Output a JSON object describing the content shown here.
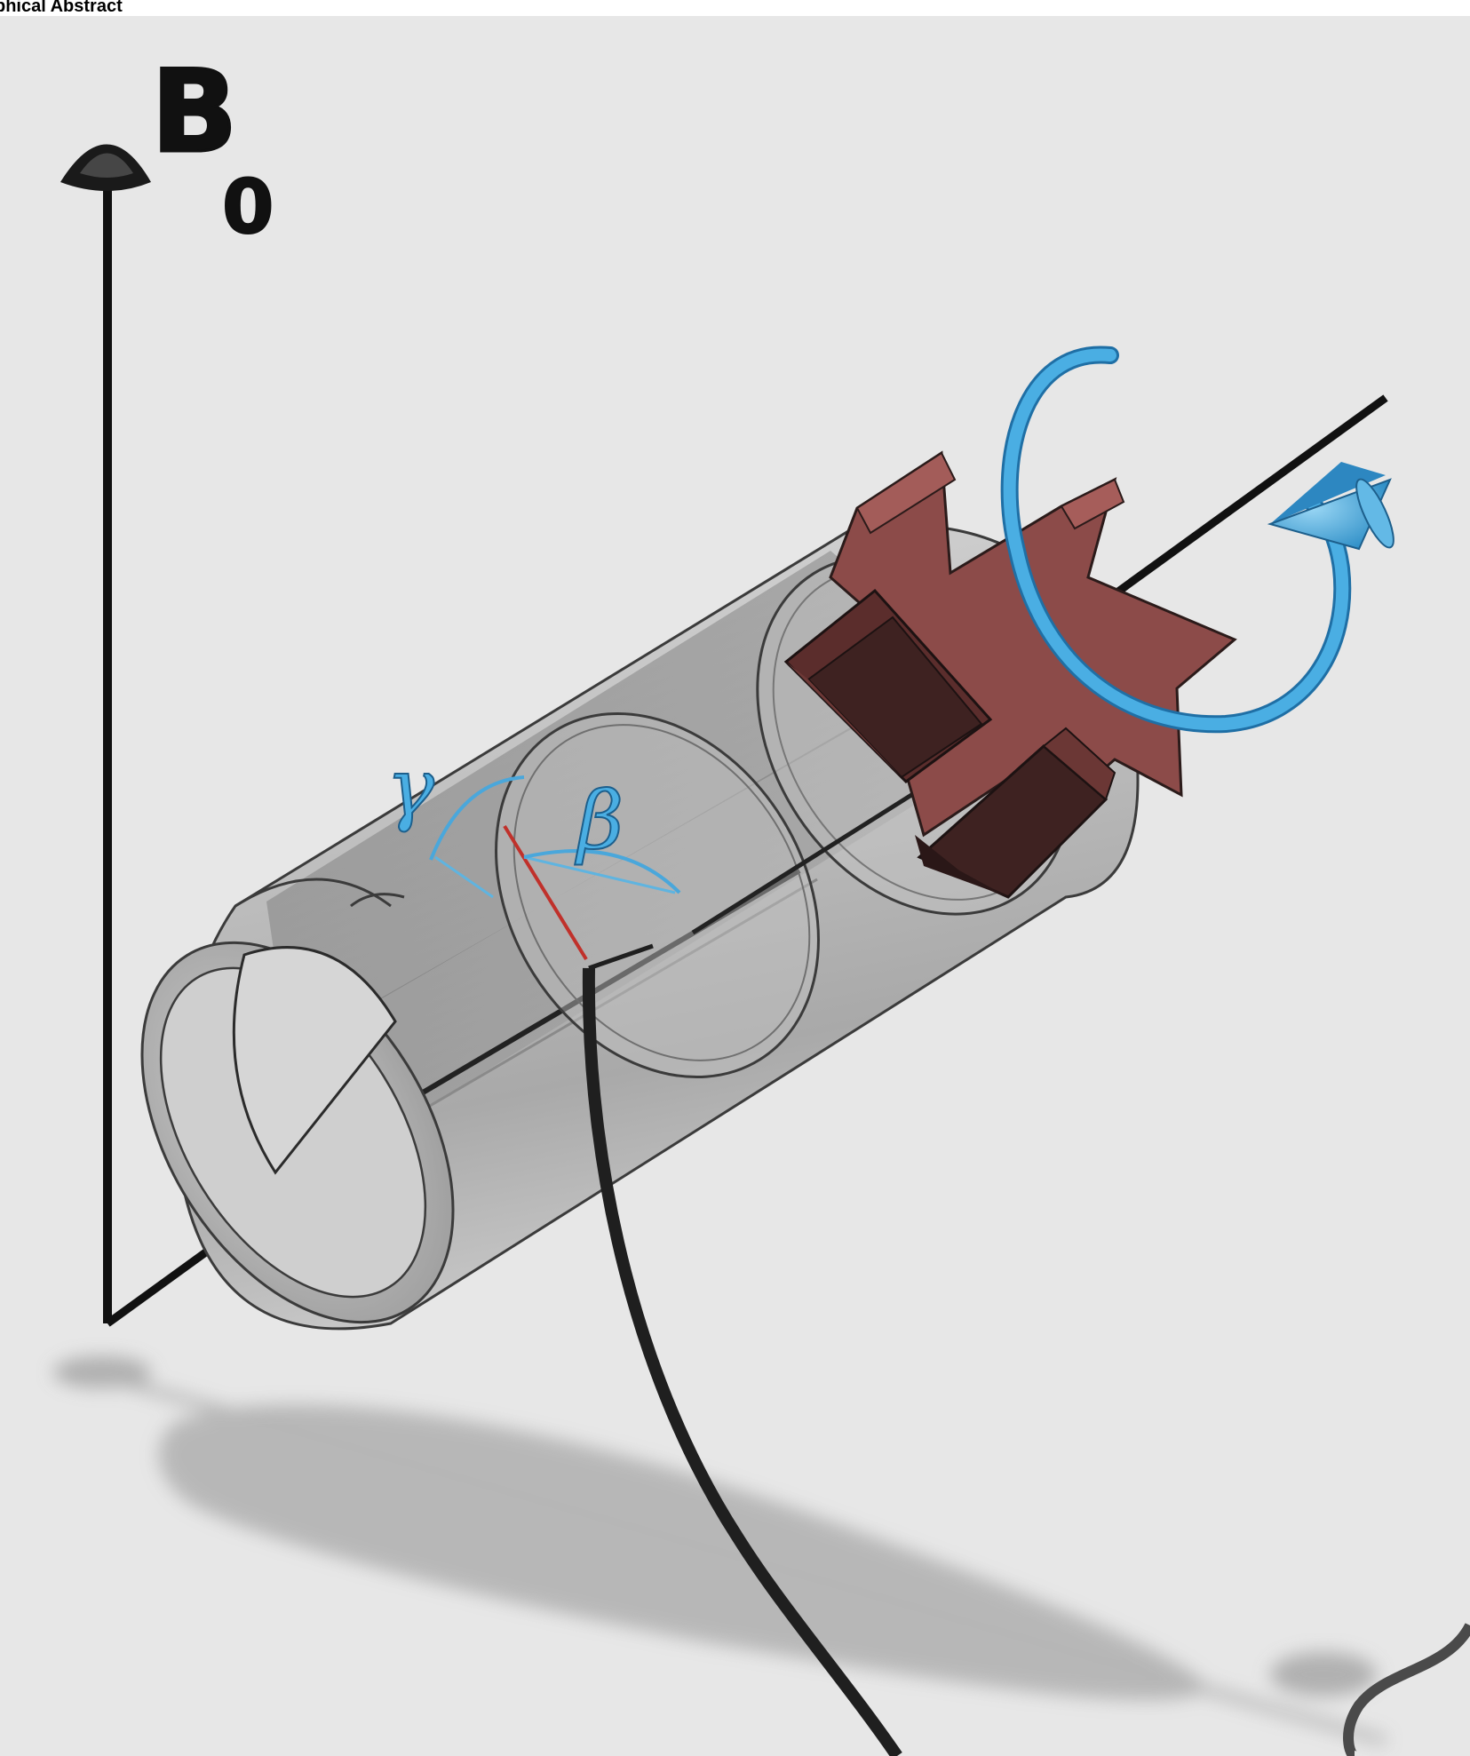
{
  "header": {
    "title": "phical Abstract"
  },
  "labels": {
    "field": "B0",
    "field_main": "B",
    "field_sub": "0",
    "angle_gamma": "γ",
    "angle_beta": "β"
  },
  "colors": {
    "background": "#e7e7e7",
    "rotor_star": "#8a4a48",
    "rotor_dark": "#3e2221",
    "rotation_arrow": "#4aaee3",
    "angle_marker": "#c0312b",
    "axis": "#111111",
    "cable": "#1f1f1f"
  }
}
